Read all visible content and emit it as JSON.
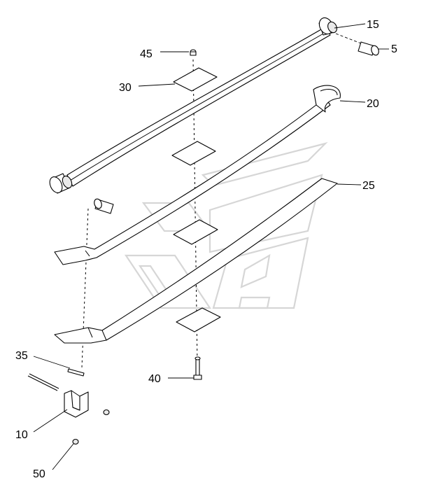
{
  "callouts": {
    "c15": "15",
    "c5": "5",
    "c45": "45",
    "c30": "30",
    "c20": "20",
    "c25": "25",
    "c35": "35",
    "c40": "40",
    "c10": "10",
    "c50": "50"
  },
  "colors": {
    "line": "#000000",
    "watermark": "#d6d6d6",
    "background": "#ffffff"
  }
}
